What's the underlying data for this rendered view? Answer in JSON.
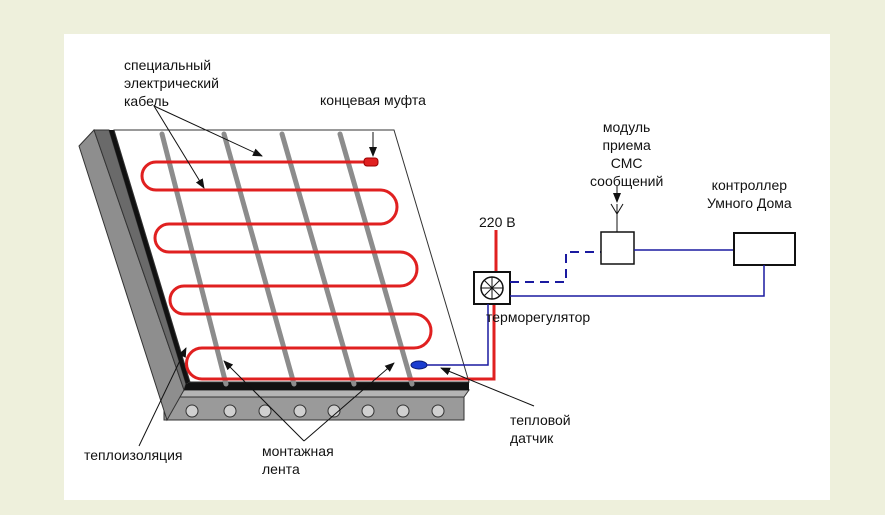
{
  "labels": {
    "cable": [
      "специальный",
      "электрический",
      "кабель"
    ],
    "end_coupling": "концевая муфта",
    "sms_module": [
      "модуль",
      "приема",
      "СМС",
      "сообщений"
    ],
    "controller": [
      "контроллер",
      "Умного Дома"
    ],
    "voltage": "220 В",
    "thermostat": "терморегулятор",
    "heat_sensor": [
      "тепловой",
      "датчик"
    ],
    "insulation": "теплоизоляция",
    "mounting_tape": [
      "монтажная",
      "лента"
    ]
  },
  "colors": {
    "background": "#eef0dc",
    "heating_cable": "#e02020",
    "mounting_tape": "#8c8c8c",
    "signal_wire": "#1a1aa0",
    "sensor": "#1a3cd0",
    "slab": "#9a9a9a"
  }
}
